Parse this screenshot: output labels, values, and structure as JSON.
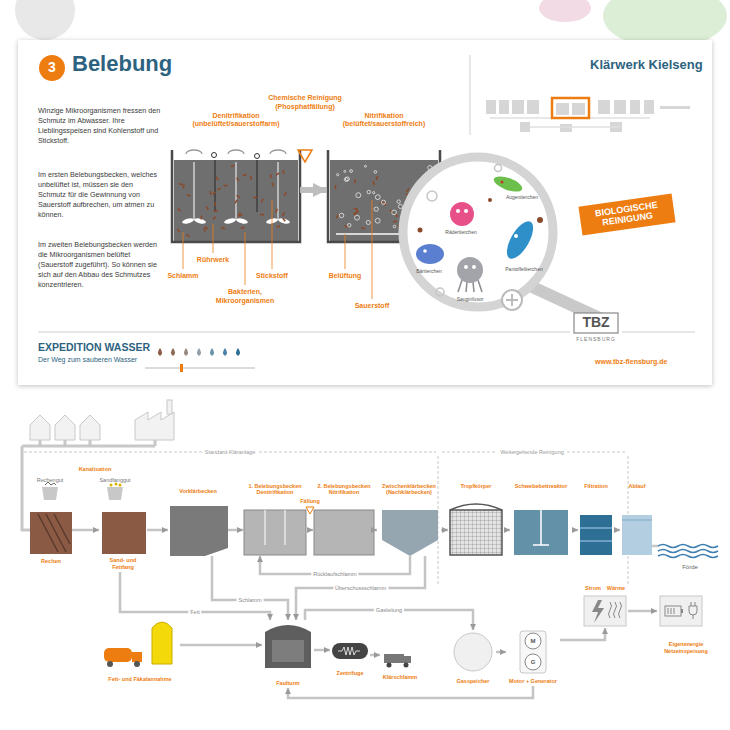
{
  "diagram": {
    "title": "Belebung",
    "nodes": [
      {
        "text": [
          "Denitrifikation (unbelüftet/sauerstoffarm)"
        ]
      },
      {
        "text": [
          "Nitrifikation (belüftet/sauerstoffreich)"
        ]
      },
      {
        "text": [
          "Rechen"
        ]
      },
      {
        "text": [
          "Sand- und Fettfang"
        ]
      },
      {
        "text": [
          "Vorklärbecken"
        ]
      },
      {
        "text": [
          "1. Belebungsbecken Denitrifikation"
        ]
      },
      {
        "text": [
          "2. Belebungsbecken Nitrifikation"
        ]
      },
      {
        "text": [
          "Zwischenklärbecken (Nachklärbecken)"
        ]
      },
      {
        "text": [
          "Tropfkörper"
        ]
      },
      {
        "text": [
          "Schwebebettreaktor"
        ]
      },
      {
        "text": [
          "Filtration"
        ]
      },
      {
        "text": [
          "Ablauf"
        ]
      },
      {
        "text": [
          "Fett- und Fäkalannahme"
        ]
      },
      {
        "text": [
          "Faulturm"
        ]
      },
      {
        "text": [
          "Zentrifuge"
        ]
      },
      {
        "text": [
          "Klärschlamm"
        ]
      },
      {
        "text": [
          "Gasspeicher"
        ]
      },
      {
        "text": [
          "M",
          "G",
          "Motor + Generator"
        ]
      },
      {
        "text": [
          "Strom",
          "Wärme"
        ]
      },
      {
        "text": [
          "Eigenenergie Netzeinspeisung"
        ]
      }
    ],
    "edges": [
      {
        "from": 0,
        "to": 1,
        "arrow": "to"
      },
      {
        "from": 2,
        "to": 3,
        "arrow": "to"
      },
      {
        "from": 3,
        "to": 4,
        "arrow": "to"
      },
      {
        "from": 4,
        "to": 5,
        "arrow": "to"
      },
      {
        "from": 5,
        "to": 6,
        "arrow": "to"
      },
      {
        "from": 6,
        "to": 7,
        "arrow": "to"
      },
      {
        "from": 7,
        "to": 8,
        "arrow": "to"
      },
      {
        "from": 8,
        "to": 9,
        "arrow": "to"
      },
      {
        "from": 9,
        "to": 10,
        "arrow": "to"
      },
      {
        "from": 10,
        "to": 11,
        "arrow": "to"
      },
      {
        "from": 7,
        "to": 5,
        "label": "Rücklaufschlamm",
        "arrow": "to"
      },
      {
        "from": 7,
        "to": 13,
        "label": "Überschussschlamm",
        "arrow": "to"
      },
      {
        "from": 4,
        "to": 13,
        "label": "Schlamm",
        "arrow": "to"
      },
      {
        "from": 3,
        "to": 13,
        "label": "Fett",
        "arrow": "to"
      },
      {
        "from": 12,
        "to": 13,
        "arrow": "to"
      },
      {
        "from": 13,
        "to": 14,
        "arrow": "to"
      },
      {
        "from": 14,
        "to": 15,
        "arrow": "to"
      },
      {
        "from": 13,
        "to": 16,
        "label": "Gasleitung",
        "arrow": "to"
      },
      {
        "from": 16,
        "to": 17,
        "arrow": "to"
      },
      {
        "from": 17,
        "to": 18,
        "arrow": "to"
      },
      {
        "from": 18,
        "to": 19,
        "arrow": "to"
      },
      {
        "from": 17,
        "to": 13,
        "arrow": "to"
      }
    ],
    "labels": [
      "3",
      "Klärwerk Kielseng",
      "Winzige Mikroorganismen fressen den Schmutz im Abwasser. Ihre Lieblingsspeisen sind Kohlenstoff und Stickstoff.",
      "Im ersten Belebungsbecken, welches unbelüftet ist, müssen sie den Schmutz für die Gewinnung von Sauerstoff aufbrechen, um atmen zu können.",
      "Im zweiten Belebungsbecken werden die Mikroorganismen belüftet (Sauerstoff zugeführt). So können sie sich auf den Abbau des Schmutzes konzentrieren.",
      "Chemische Reinigung (Phosphatfällung)",
      "Schlamm",
      "Rührwerk",
      "Bakterien, Mikroorganismen",
      "Stickstoff",
      "Belüftung",
      "Sauerstoff",
      "Augentierchen",
      "Rädertierchen",
      "Pantoffeltierchen",
      "Bärtierchen",
      "Sauginfusor",
      "BIOLOGISCHE REINIGUNG",
      "EXPEDITION WASSER",
      "Der Weg zum sauberen Wasser",
      "TBZ",
      "FLENSBURG",
      "www.tbz-flensburg.de",
      "Standard-Kläranlage",
      "Weitergehende Reinigung",
      "Kanalisation",
      "Rechengut",
      "Sandfanggut",
      "Fällung",
      "Förde"
    ]
  }
}
